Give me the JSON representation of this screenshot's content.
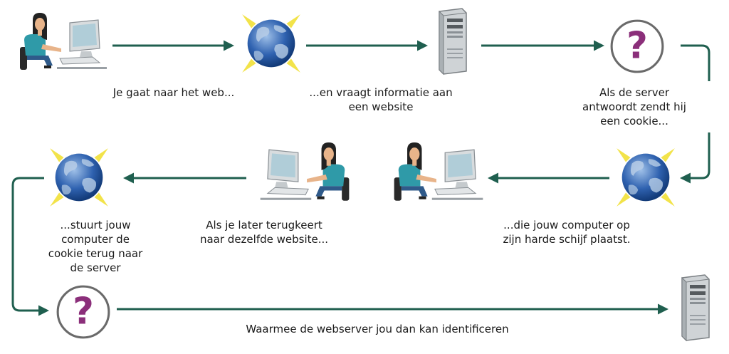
{
  "colors": {
    "arrow": "#1f5f4f",
    "question_ring": "#6a6a6a",
    "question_mark": "#8b2f7a",
    "globe_ocean": "#1f4f9a",
    "globe_land": "#7fa0c8",
    "globe_glow": "#f2e34a",
    "skin": "#e8b48a",
    "hair": "#222222",
    "shirt": "#2f9aa8",
    "computer": "#d8dcde",
    "computer_screen": "#b0cdd8"
  },
  "icons": {
    "user": "person-at-computer-icon",
    "internet": "globe-icon",
    "server": "server-tower-icon",
    "unknown": "question-mark-icon"
  },
  "captions": {
    "step1": "Je gaat naar het web...",
    "step2": [
      "...en vraagt informatie aan",
      "een website"
    ],
    "step3": [
      "Als de server",
      "antwoordt zendt hij",
      "een cookie..."
    ],
    "step4": [
      "...die jouw computer op",
      "zijn harde schijf plaatst."
    ],
    "step5": [
      "Als je later terugkeert",
      "naar dezelfde website..."
    ],
    "step6": [
      "...stuurt jouw",
      "computer de",
      "cookie terug naar",
      "de server"
    ],
    "step7": "Waarmee de webserver jou dan kan identificeren"
  }
}
